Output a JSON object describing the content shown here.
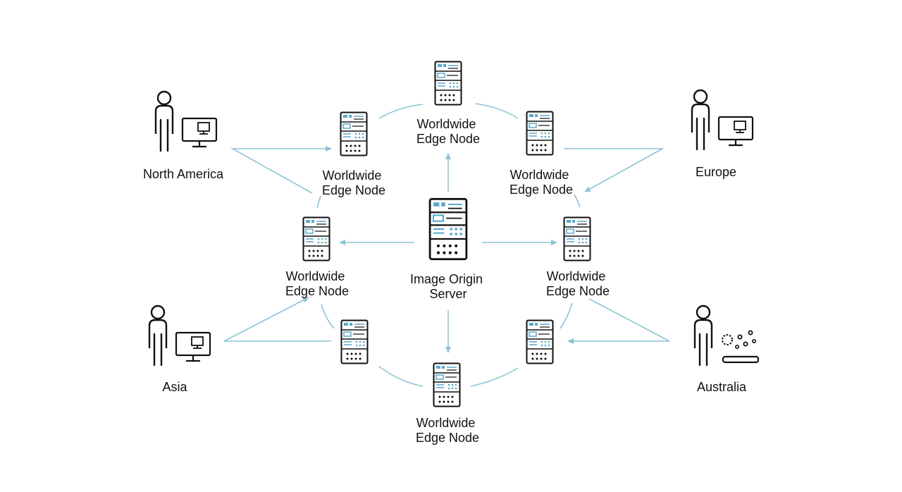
{
  "colors": {
    "connector": "#8fc3d6",
    "accent": "#5aa9c8",
    "outline": "#111111",
    "background": "#ffffff"
  },
  "origin": {
    "label_line1": "Image Origin",
    "label_line2": "Server",
    "icon": "server-rack-icon"
  },
  "edge_nodes": [
    {
      "id": "top",
      "line1": "Worldwide",
      "line2": "Edge Node",
      "icon": "server-rack-icon"
    },
    {
      "id": "upper-left",
      "line1": "Worldwide",
      "line2": "Edge Node",
      "icon": "server-rack-icon"
    },
    {
      "id": "upper-right",
      "line1": "Worldwide",
      "line2": "Edge Node",
      "icon": "server-rack-icon"
    },
    {
      "id": "mid-left",
      "line1": "Worldwide",
      "line2": "Edge Node",
      "icon": "server-rack-icon"
    },
    {
      "id": "mid-right",
      "line1": "Worldwide",
      "line2": "Edge Node",
      "icon": "server-rack-icon"
    },
    {
      "id": "bottom",
      "line1": "Worldwide",
      "line2": "Edge Node",
      "icon": "server-rack-icon"
    }
  ],
  "regions": [
    {
      "id": "north-america",
      "label": "North America",
      "icon": "user-with-computer-icon"
    },
    {
      "id": "europe",
      "label": "Europe",
      "icon": "user-with-computer-icon"
    },
    {
      "id": "asia",
      "label": "Asia",
      "icon": "user-with-computer-icon"
    },
    {
      "id": "australia",
      "label": "Australia",
      "icon": "user-with-device-icon"
    }
  ]
}
